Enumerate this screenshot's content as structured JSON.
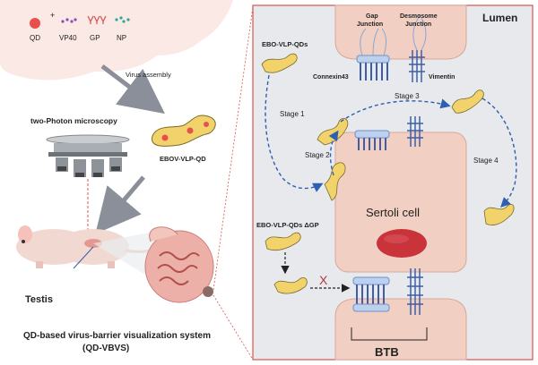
{
  "legend": {
    "items": [
      {
        "label": "QD",
        "icon": "qd-dot-icon"
      },
      {
        "label": "VP40",
        "icon": "vp40-dots-icon"
      },
      {
        "label": "GP",
        "icon": "gp-spikes-icon"
      },
      {
        "label": "NP",
        "icon": "np-dots-icon"
      }
    ],
    "plus": "+"
  },
  "left": {
    "assembly_label": "Virus assembly",
    "microscopy_label": "two-Photon microscopy",
    "vlp_label": "EBOV-VLP-QD",
    "testis_label": "Testis",
    "system_title_1": "QD-based virus-barrier visualization system",
    "system_title_2": "(QD-VBVS)"
  },
  "right": {
    "lumen": "Lumen",
    "gap_junction_1": "Gap",
    "gap_junction_2": "Junction",
    "desmosome_1": "Desmosome",
    "desmosome_2": "Junction",
    "connexin": "Connexin43",
    "vimentin": "Vimentin",
    "vlp_qds": "EBO-VLP-QDs",
    "stage1": "Stage 1",
    "stage2": "Stage 2",
    "stage3": "Stage 3",
    "stage4": "Stage 4",
    "sertoli": "Sertoli cell",
    "vlp_qds_dgp": "EBO-VLP-QDs ΔGP",
    "blocked": "X",
    "btb": "BTB"
  },
  "colors": {
    "panel_border": "#d9534f",
    "cell_pink": "#f2cfc3",
    "arrow_blue": "#2f5fb0",
    "virus_yellow": "#f2d36b",
    "nucleus_red": "#c9343a",
    "cloud": "#fbe9e6"
  }
}
